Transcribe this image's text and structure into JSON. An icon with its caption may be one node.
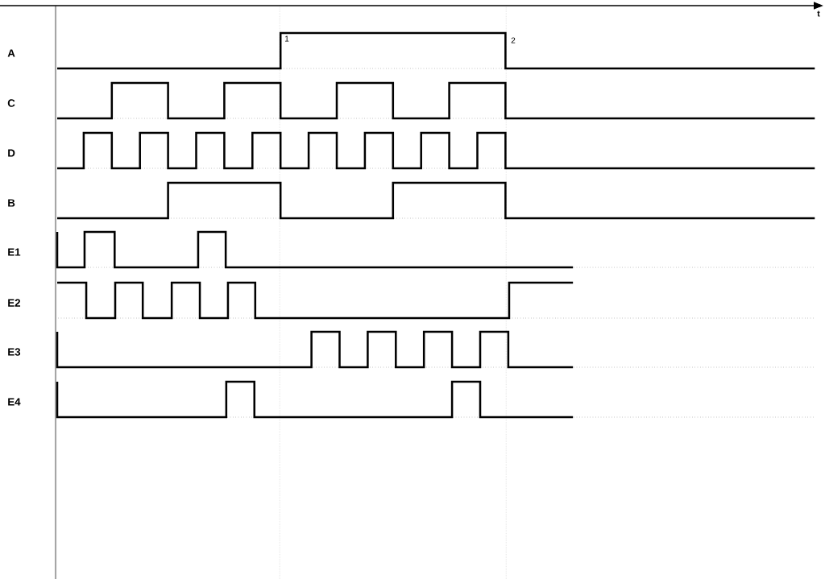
{
  "diagram": {
    "labels": [
      "t",
      "1",
      "2",
      "A",
      "C",
      "D",
      "B",
      "E1",
      "E2",
      "E3",
      "E4"
    ]
  }
}
